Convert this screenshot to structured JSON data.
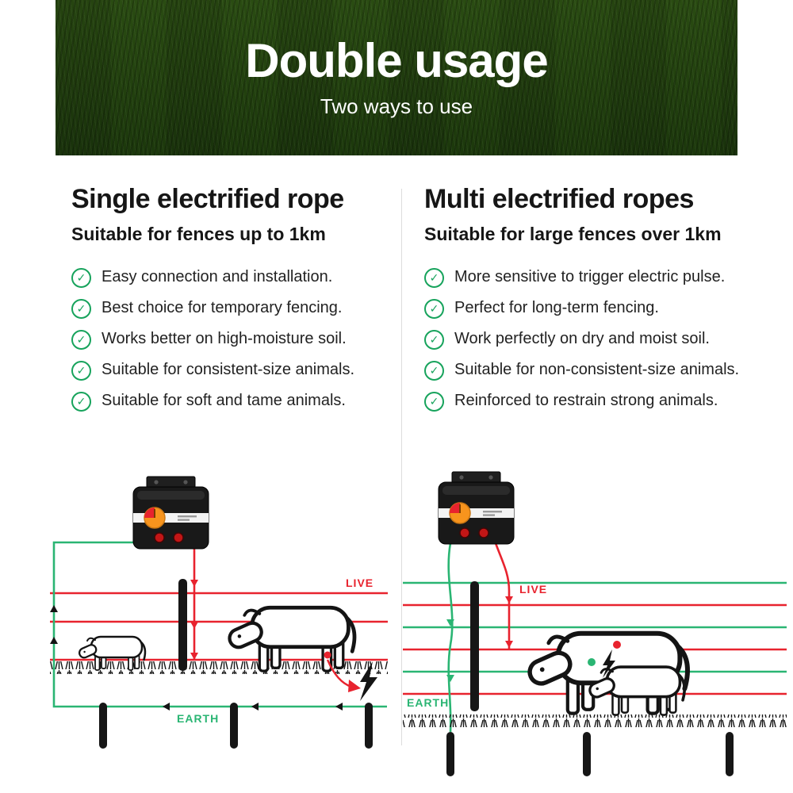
{
  "banner": {
    "title": "Double usage",
    "subtitle": "Two ways to use"
  },
  "icons": {
    "check": "✓"
  },
  "columns": [
    {
      "heading": "Single electrified rope",
      "subheading": "Suitable for fences up to 1km",
      "bullets": [
        "Easy connection and installation.",
        "Best choice for temporary fencing.",
        "Works better on high-moisture soil.",
        "Suitable for consistent-size animals.",
        "Suitable for soft and tame animals."
      ],
      "diagram": {
        "live_label": "LIVE",
        "earth_label": "EARTH"
      }
    },
    {
      "heading": "Multi electrified ropes",
      "subheading": "Suitable for large fences over 1km",
      "bullets": [
        "More sensitive to trigger electric pulse.",
        "Perfect for long-term fencing.",
        "Work perfectly on dry and moist soil.",
        "Suitable for non-consistent-size animals.",
        "Reinforced to restrain strong animals."
      ],
      "diagram": {
        "live_label": "LIVE",
        "earth_label": "EARTH"
      }
    }
  ],
  "colors": {
    "live_red": "#e8232e",
    "earth_green": "#2ab573",
    "check_green": "#17a35c",
    "banner_green": "#20400e"
  }
}
